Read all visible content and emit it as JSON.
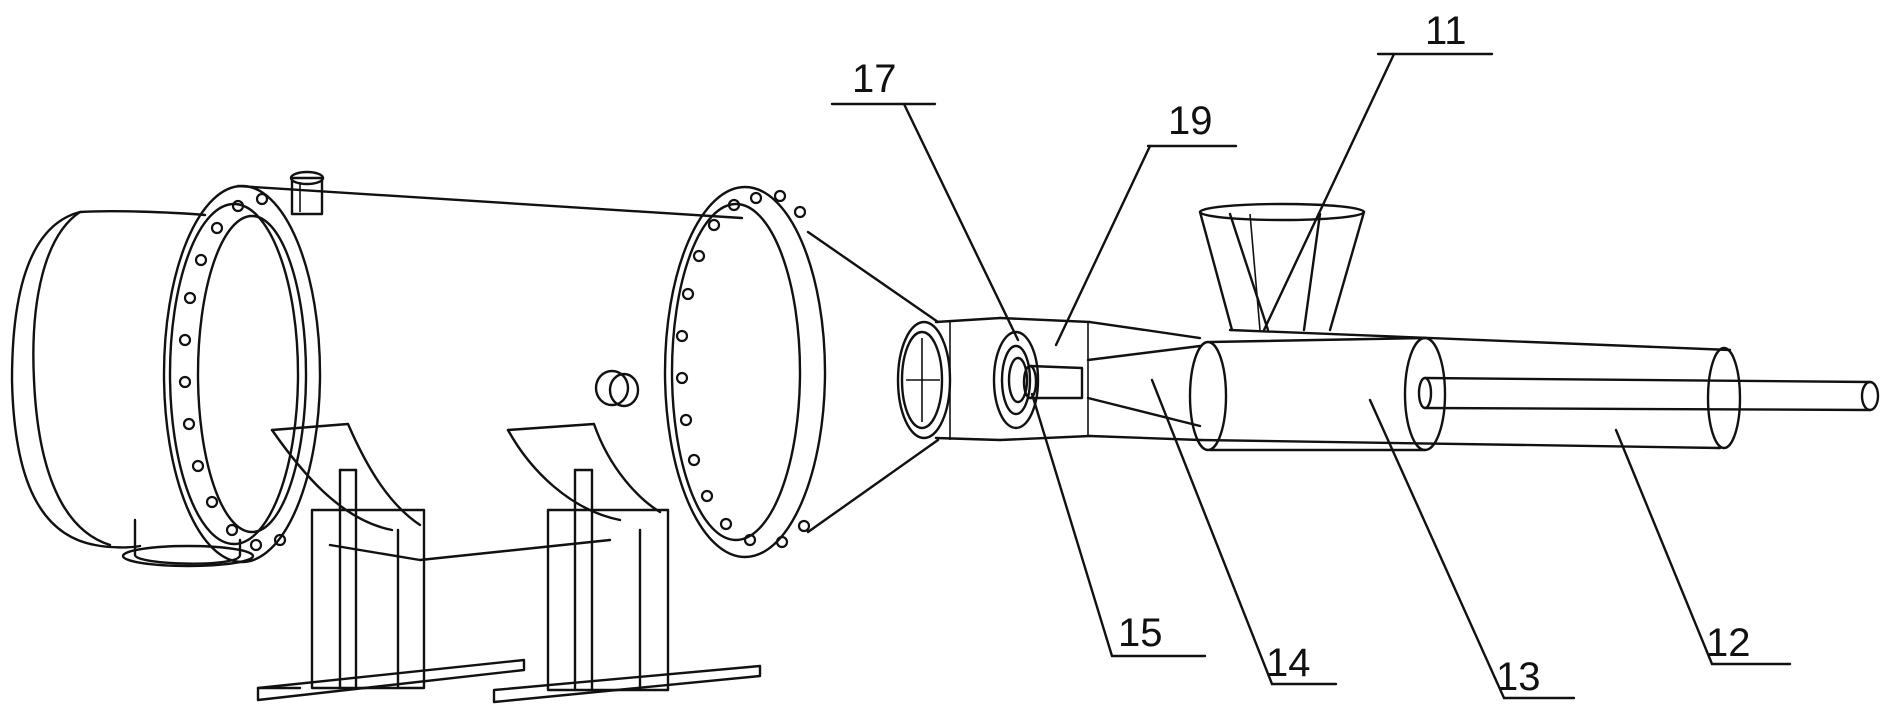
{
  "figure": {
    "labels": [
      "11",
      "12",
      "13",
      "14",
      "15",
      "17",
      "19"
    ]
  }
}
